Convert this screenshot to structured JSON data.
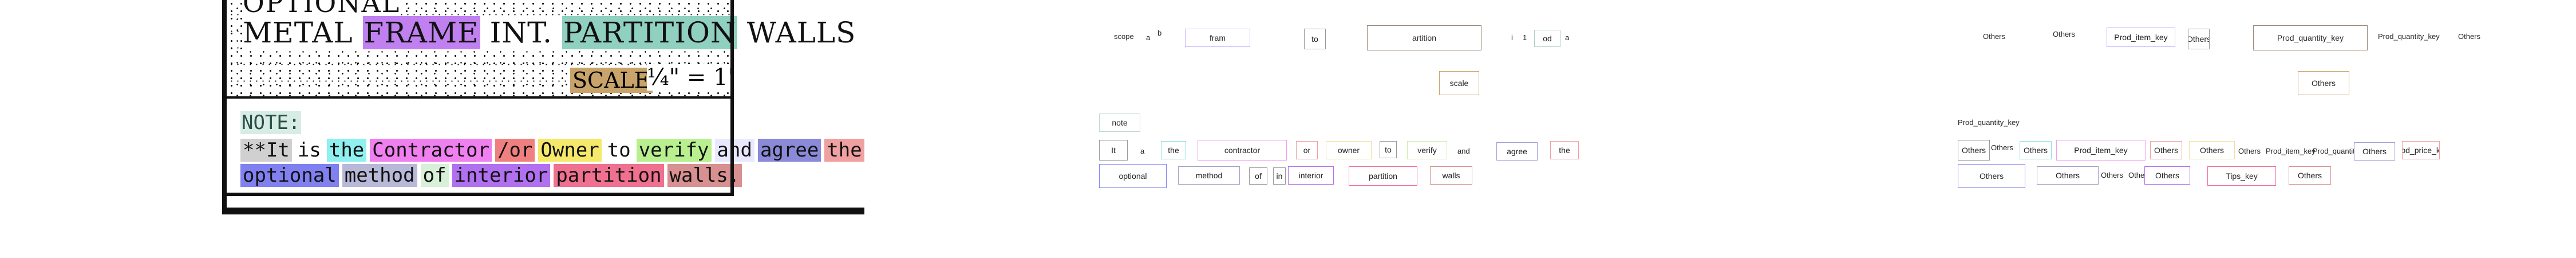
{
  "document": {
    "title_line1": "OPTIONAL",
    "title_line2_a": "METAL",
    "title_line2_b": "FRAME",
    "title_line2_c": "INT.",
    "title_line2_d": "PARTITION",
    "title_line2_e": "WALLS",
    "scale_label": "SCALE",
    "scale_value": "¼\" = 1'",
    "note_label": "NOTE:",
    "note_line1": [
      "**It",
      "is",
      "the",
      "Contractor",
      "/or",
      "Owner",
      "to",
      "verify",
      "and",
      "agree",
      "the"
    ],
    "note_line2": [
      "optional",
      "method",
      "of",
      "interior",
      "partition",
      "walls."
    ],
    "colors": {
      "contractor": "#f07ff0",
      "the": "#8ff0f0",
      "owner": "#f5e86a",
      "verify": "#b9f08f",
      "and": "#ffffff",
      "agree": "#8a8ad8",
      "the2": "#f0a0a0",
      "optional": "#8080f0",
      "method": "#b8b8d8",
      "interior": "#b070f0",
      "partition": "#f07090",
      "walls": "#d89090",
      "frame": "#c080f0",
      "partition_title": "#90d0c0"
    }
  },
  "ocr": {
    "row1": {
      "t_a": "scope",
      "t_b": "a",
      "t_c": "b",
      "frame": "fram",
      "t_d": "to",
      "partition": "artition",
      "t_e": "i",
      "t_f": "1",
      "t_g": "od",
      "t_h": "a"
    },
    "scale": "scale",
    "note": "note",
    "line1": [
      "It",
      "a",
      "the",
      "contractor",
      "or",
      "owner",
      "to",
      "verify",
      "and",
      "agree",
      "the"
    ],
    "line2": [
      "optional",
      "method",
      "of",
      "in",
      "interior",
      "partition",
      "walls"
    ]
  },
  "entities": {
    "row1": [
      "Others",
      "Others",
      "Prod_item_key",
      "Others",
      "Prod_quantity_key",
      "Prod_quantity_key",
      "Others"
    ],
    "scale": "Others",
    "note": "Prod_quantity_key",
    "line1": [
      "Others",
      "Others",
      "Others",
      "Prod_item_key",
      "Others",
      "Others",
      "Others",
      "Prod_item_key",
      "Prod_quantity_key",
      "Others",
      "Prod_price_key"
    ],
    "line2": [
      "Others",
      "Others",
      "Others",
      "Others",
      "Others",
      "Tips_key",
      "Others"
    ]
  }
}
